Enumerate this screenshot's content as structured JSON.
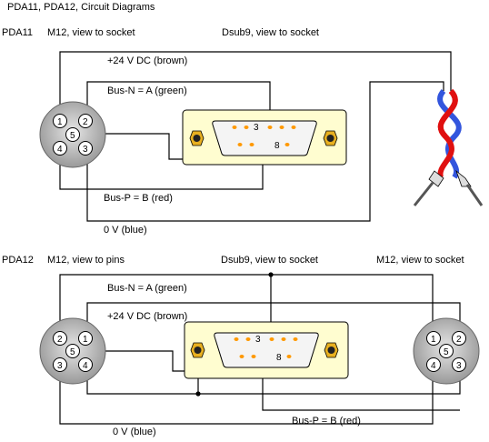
{
  "title": "PDA11, PDA12, Circuit Diagrams",
  "pda11": {
    "label": "PDA11",
    "m12_label": "M12, view to socket",
    "dsub_label": "Dsub9, view to socket",
    "wire_24v": "+24 V DC (brown)",
    "wire_busn": "Bus-N = A (green)",
    "wire_busp": "Bus-P = B (red)",
    "wire_0v": "0 V (blue)",
    "m12_pins": [
      "1",
      "2",
      "5",
      "4",
      "3"
    ],
    "dsub_pins": [
      "3",
      "8"
    ]
  },
  "pda12": {
    "label": "PDA12",
    "m12_left_label": "M12, view to pins",
    "dsub_label": "Dsub9, view to socket",
    "m12_right_label": "M12, view to socket",
    "wire_busn": "Bus-N = A (green)",
    "wire_24v": "+24 V DC (brown)",
    "wire_busp": "Bus-P = B (red)",
    "wire_0v": "0 V (blue)",
    "m12_left_pins": [
      "2",
      "1",
      "5",
      "3",
      "4"
    ],
    "m12_right_pins": [
      "1",
      "2",
      "5",
      "4",
      "3"
    ],
    "dsub_pins": [
      "3",
      "8"
    ]
  },
  "colors": {
    "wire": "#000000",
    "dsub_fill": "#fffdd0",
    "connector_gray": "#b3b3b3",
    "pin_orange": "#ff9900",
    "twisted_red": "#e01010",
    "twisted_blue": "#3355dd"
  }
}
